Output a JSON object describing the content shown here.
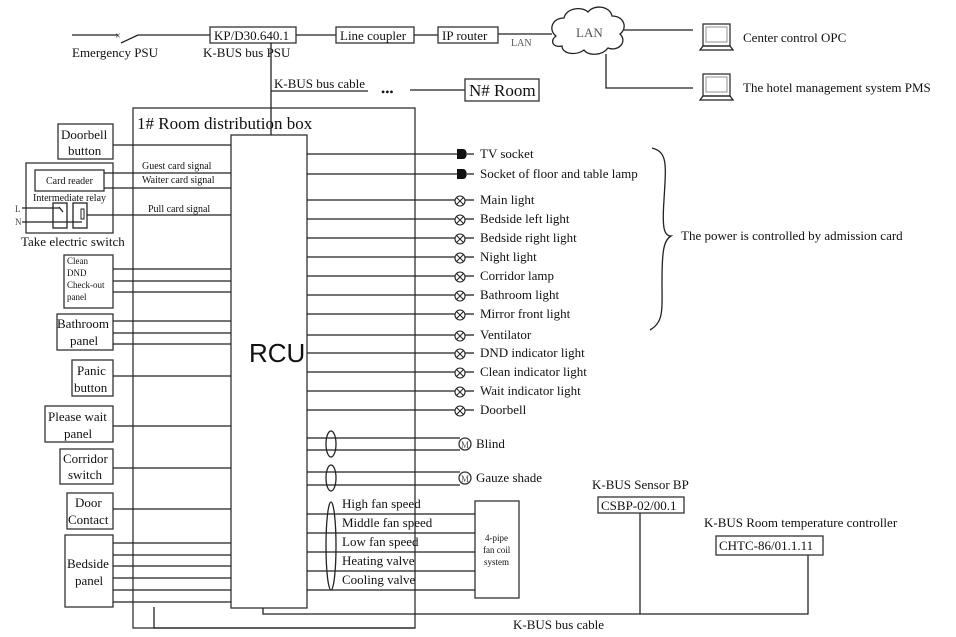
{
  "top_bus": {
    "emergency_psu": "Emergency PSU",
    "psu_box": "KP/D30.640.1",
    "psu_label": "K-BUS bus PSU",
    "line_coupler": "Line coupler",
    "ip_router": "IP router",
    "lan_link_label": "LAN",
    "lan_cloud": "LAN",
    "bus_cable_label": "K-BUS bus cable",
    "ellipsis": "•••",
    "n_room": "N# Room"
  },
  "computers": [
    {
      "label": "Center control OPC",
      "icon": "laptop-icon"
    },
    {
      "label": "The hotel management system PMS",
      "icon": "laptop-icon"
    }
  ],
  "distribution_box": {
    "title": "1# Room distribution box",
    "rcu": "RCU"
  },
  "inputs": {
    "doorbell_button": [
      "Doorbell",
      "button"
    ],
    "card_reader": "Card reader",
    "intermediate_relay": "Intermediate relay",
    "take_electric_switch": "Take electric switch",
    "L": "L",
    "N": "N",
    "signals": [
      "Guest card signal",
      "Waiter card signal",
      "Pull card signal"
    ],
    "clean_panel": [
      "Clean",
      "DND",
      "Check-out",
      "panel"
    ],
    "bathroom_panel": [
      "Bathroom",
      "panel"
    ],
    "panic_button": [
      "Panic",
      "button"
    ],
    "please_wait_panel": [
      "Please wait",
      "panel"
    ],
    "corridor_switch": [
      "Corridor",
      "switch"
    ],
    "door_contact": [
      "Door",
      "Contact"
    ],
    "bedside_panel": [
      "Bedside",
      "panel"
    ]
  },
  "outputs": {
    "sockets": [
      "TV socket",
      "Socket of floor and table lamp"
    ],
    "lights": [
      "Main light",
      "Bedside left light",
      "Bedside right light",
      "Night light",
      "Corridor lamp",
      "Bathroom light",
      "Mirror front light",
      "Ventilator",
      "DND indicator light",
      "Clean indicator light",
      "Wait indicator light",
      "Doorbell"
    ],
    "motors": [
      "Blind",
      "Gauze shade"
    ],
    "motor_symbol": "M",
    "fan_coil_lines": [
      "High fan speed",
      "Middle fan speed",
      "Low fan speed",
      "Heating valve",
      "Cooling valve"
    ],
    "fan_coil_box": [
      "4-pipe",
      "fan coil",
      "system"
    ],
    "brace_note": "The power is controlled by admission card"
  },
  "sensors": {
    "sensor_title": "K-BUS Sensor BP",
    "sensor_model": "CSBP-02/00.1",
    "thermo_title": "K-BUS Room temperature controller",
    "thermo_model": "CHTC-86/01.1.11",
    "bottom_cable": "K-BUS bus cable"
  }
}
